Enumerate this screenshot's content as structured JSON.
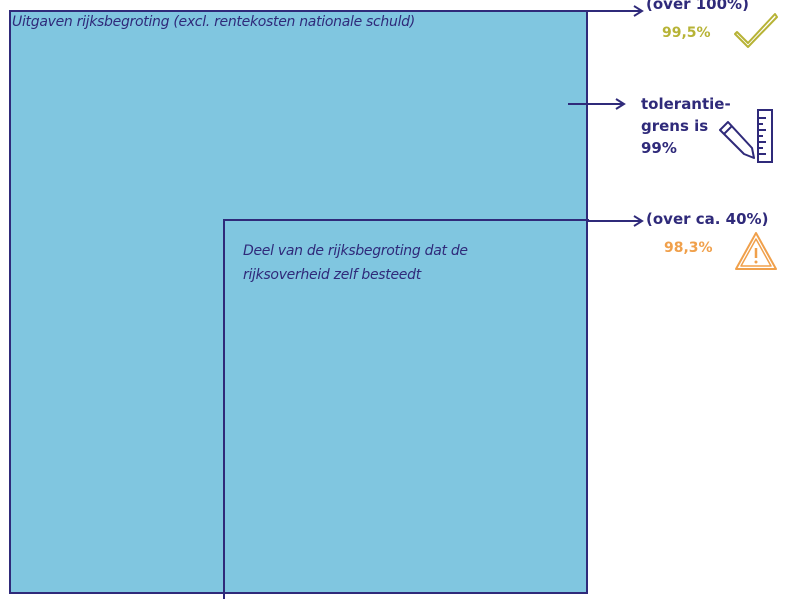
{
  "outer": {
    "label": "Uitgaven rijksbegroting (excl. rentekosten nationale schuld)"
  },
  "inner": {
    "label": "Deel van de rijksbegroting dat de rijksoverheid zelf besteedt"
  },
  "annotation_top": {
    "heading": "(over 100%)",
    "value": "99,5%",
    "icon": "checkmark-icon",
    "value_color": "#b7b336"
  },
  "annotation_tolerance": {
    "line1": "tolerantie-",
    "line2": "grens is",
    "line3": "99%",
    "icon": "pencil-ruler-icon"
  },
  "annotation_bottom": {
    "heading": "(over ca. 40%)",
    "value": "98,3%",
    "icon": "warning-icon",
    "value_color": "#f0a04b"
  },
  "colors": {
    "box_fill": "#80c6e0",
    "line": "#2f2a7a",
    "green": "#b7b336",
    "orange": "#f0a04b"
  }
}
